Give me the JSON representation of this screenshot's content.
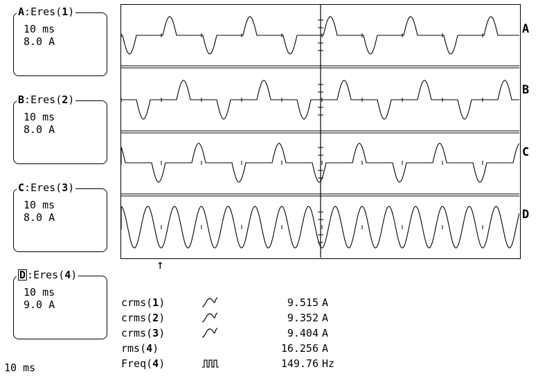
{
  "channels": [
    {
      "letter": "A",
      "name": "Eres",
      "num": "1",
      "time": "10 ms",
      "amps": "8.0 A"
    },
    {
      "letter": "B",
      "name": "Eres",
      "num": "2",
      "time": "10 ms",
      "amps": "8.0 A"
    },
    {
      "letter": "C",
      "name": "Eres",
      "num": "3",
      "time": "10 ms",
      "amps": "8.0 A"
    },
    {
      "letter": "D",
      "name": "Eres",
      "num": "4",
      "time": "10 ms",
      "amps": "9.0 A"
    }
  ],
  "traces": [
    "A",
    "B",
    "C",
    "D"
  ],
  "measurements": [
    {
      "func": "crms",
      "arg": "1",
      "icon": "sine-icon",
      "value": "9.515",
      "unit": "A"
    },
    {
      "func": "crms",
      "arg": "2",
      "icon": "sine-icon",
      "value": "9.352",
      "unit": "A"
    },
    {
      "func": "crms",
      "arg": "3",
      "icon": "sine-icon",
      "value": "9.404",
      "unit": "A"
    },
    {
      "func": "rms",
      "arg": "4",
      "icon": "",
      "value": "16.256",
      "unit": "A"
    },
    {
      "func": "Freq",
      "arg": "4",
      "icon": "pulse-train-icon",
      "value": "149.76",
      "unit": "Hz"
    }
  ],
  "timebase": "10 ms",
  "marker": "↑"
}
